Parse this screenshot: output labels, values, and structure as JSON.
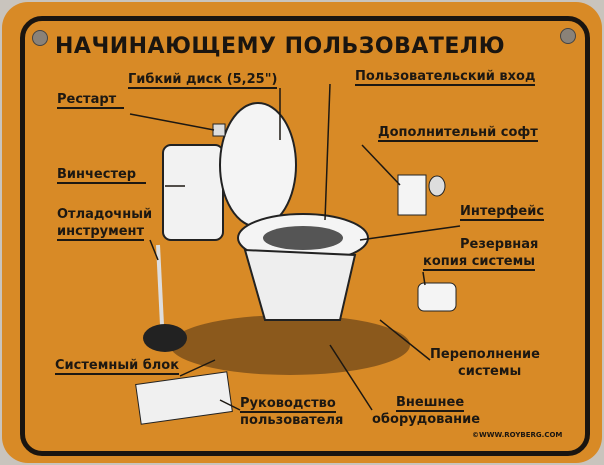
{
  "title": "НАЧИНАЮЩЕМУ ПОЛЬЗОВАТЕЛЮ",
  "labels": {
    "floppy": "Гибкий диск (5,25\")",
    "user_input": "Пользовательский вход",
    "restart": "Рестарт",
    "extra_soft": "Дополнительнй софт",
    "hdd": "Винчестер",
    "debug_1": "Отладочный",
    "debug_2": "инструмент",
    "interface": "Интерфейс",
    "backup_1": "Резервная",
    "backup_2": "копия системы",
    "system_unit": "Системный блок",
    "overflow_1": "Переполнение",
    "overflow_2": "системы",
    "manual_1": "Руководство",
    "manual_2": "пользователя",
    "external_1": "Внешнее",
    "external_2": "оборудование"
  },
  "copyright": "©WWW.ROYBERG.COM",
  "colors": {
    "sign": "#d88a26",
    "ink": "#1a1510"
  }
}
